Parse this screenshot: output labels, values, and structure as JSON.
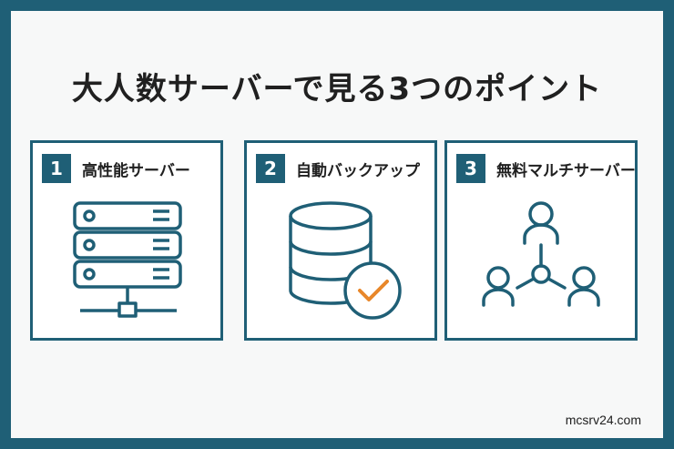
{
  "title": "大人数サーバーで見る3つのポイント",
  "cards": [
    {
      "number": "1",
      "label": "高性能サーバー",
      "icon": "server-rack-icon"
    },
    {
      "number": "2",
      "label": "自動バックアップ",
      "icon": "database-check-icon"
    },
    {
      "number": "3",
      "label": "無料マルチサーバー",
      "icon": "people-network-icon"
    }
  ],
  "footer": {
    "url": "mcsrv24.com"
  },
  "colors": {
    "accent": "#1f5f76",
    "check": "#e8872a",
    "text": "#202020"
  }
}
